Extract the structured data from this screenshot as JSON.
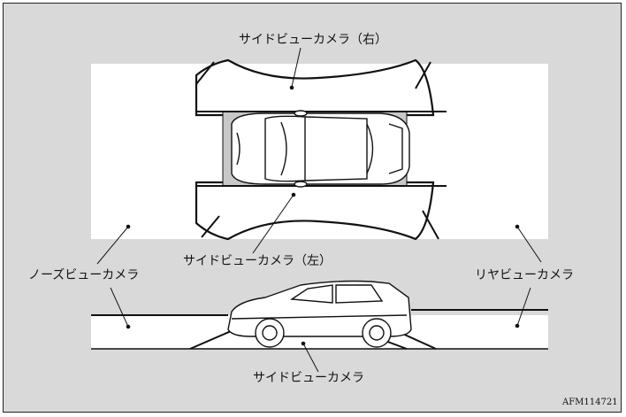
{
  "labels": {
    "side_right": "サイドビューカメラ（右）",
    "side_left": "サイドビューカメラ（左）",
    "nose": "ノーズビューカメラ",
    "rear": "リヤビューカメラ",
    "side": "サイドビューカメラ"
  },
  "figure_code": "AFM114721",
  "colors": {
    "frame_bg": "#d9d9d9",
    "view_area": "#ffffff",
    "car_area": "#c8c8c8",
    "line": "#111111"
  }
}
